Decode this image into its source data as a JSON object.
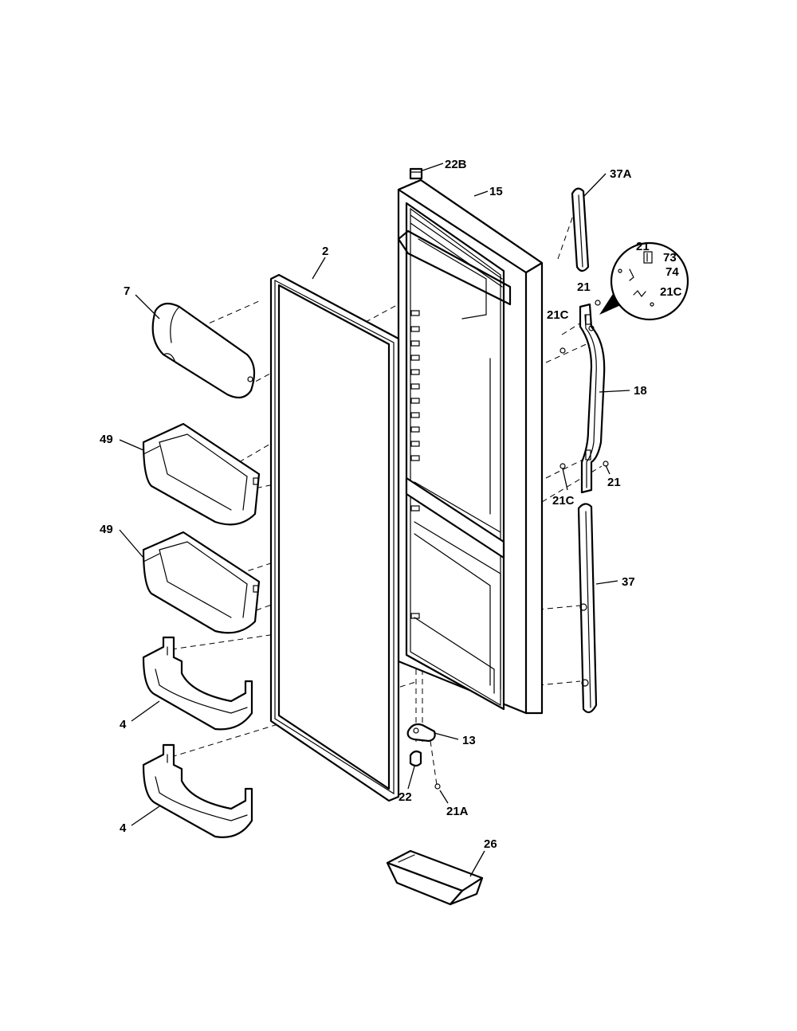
{
  "labels": {
    "p22b": "22B",
    "p15": "15",
    "p37a": "37A",
    "p2": "2",
    "p7": "7",
    "p21_top": "21",
    "p73": "73",
    "p74": "74",
    "p21_inset": "21",
    "p21c_inset": "21C",
    "p21c_upper": "21C",
    "p18": "18",
    "p49_upper": "49",
    "p49_lower": "49",
    "p21_right": "21",
    "p21c_lower": "21C",
    "p37": "37",
    "p4_upper": "4",
    "p4_lower": "4",
    "p13": "13",
    "p22": "22",
    "p21a": "21A",
    "p26": "26"
  }
}
